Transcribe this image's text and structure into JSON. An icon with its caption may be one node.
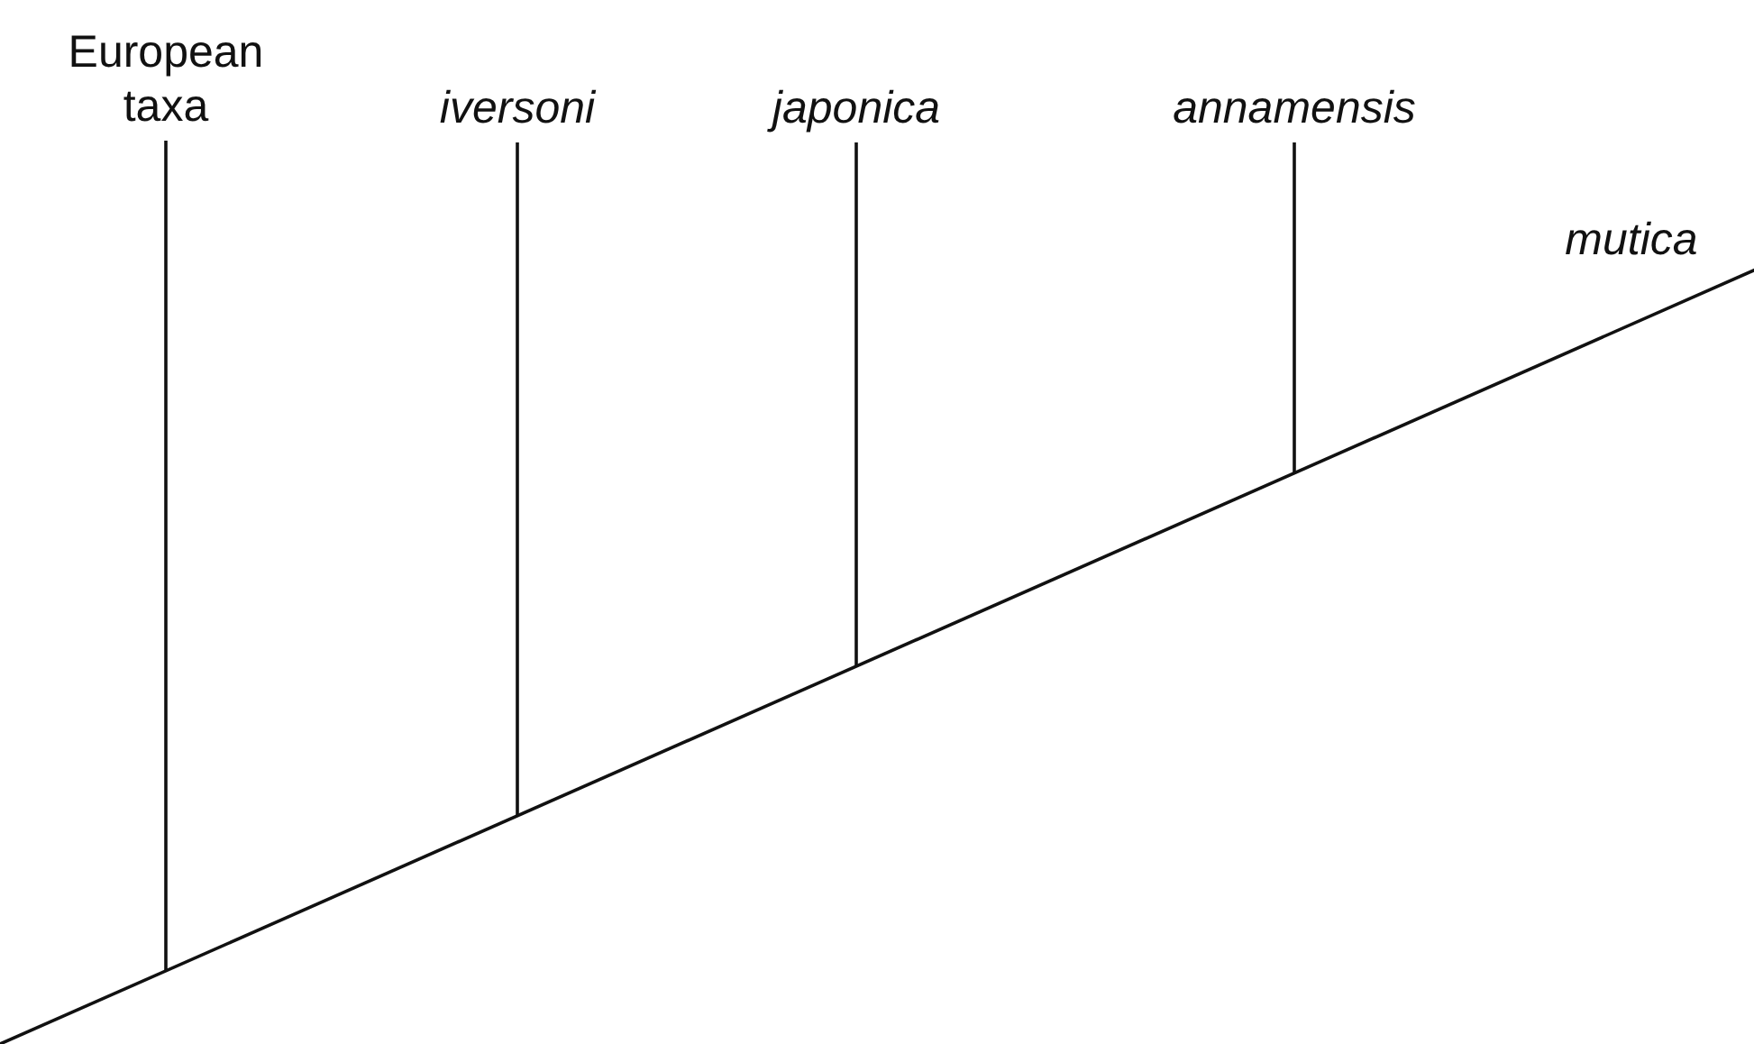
{
  "diagram": {
    "nodes": [
      {
        "text": [
          "European taxa"
        ]
      },
      {
        "text": [
          "iversoni"
        ]
      },
      {
        "text": [
          "japonica"
        ]
      },
      {
        "text": [
          "annamensis"
        ]
      },
      {
        "text": [
          "mutica"
        ]
      }
    ],
    "edges": [
      {
        "from": null,
        "to": 0,
        "arrow": "none"
      },
      {
        "from": null,
        "to": 1,
        "arrow": "none"
      },
      {
        "from": null,
        "to": 2,
        "arrow": "none"
      },
      {
        "from": null,
        "to": 3,
        "arrow": "none"
      },
      {
        "from": null,
        "to": 4,
        "arrow": "none"
      }
    ]
  }
}
